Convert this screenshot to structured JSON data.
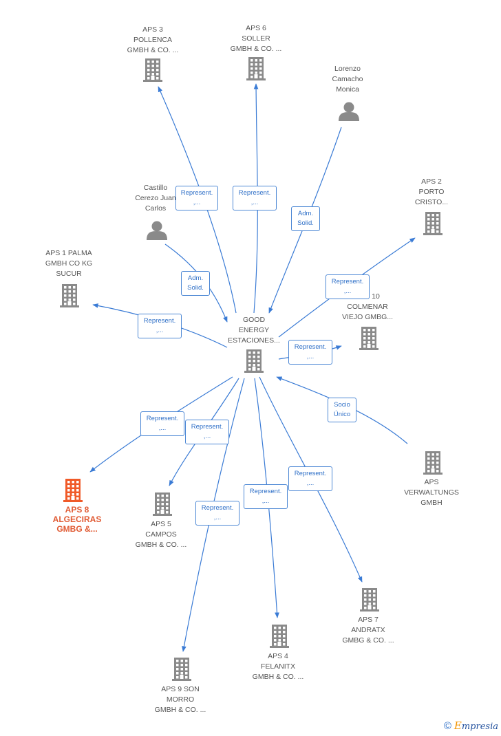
{
  "colors": {
    "edge": "#3a7bd5",
    "node": "#8a8a8a",
    "highlight": "#f05a28"
  },
  "nodes": [
    {
      "id": "center",
      "type": "company",
      "label": "GOOD\nENERGY\nESTACIONES..."
    },
    {
      "id": "aps3",
      "type": "company",
      "label": "APS 3\nPOLLENCA\nGMBH & CO. ..."
    },
    {
      "id": "aps6",
      "type": "company",
      "label": "APS 6\nSOLLER\nGMBH & CO. ..."
    },
    {
      "id": "lorenzo",
      "type": "person",
      "label": "Lorenzo\nCamacho\nMonica"
    },
    {
      "id": "aps2",
      "type": "company",
      "label": "APS 2\nPORTO\nCRISTO..."
    },
    {
      "id": "castillo",
      "type": "person",
      "label": "Castillo\nCerezo Juan\nCarlos"
    },
    {
      "id": "aps1",
      "type": "company",
      "label": "APS 1 PALMA\nGMBH CO KG\nSUCUR"
    },
    {
      "id": "aps10",
      "type": "company",
      "label": "APS 10\nCOLMENAR\nVIEJO GMBG..."
    },
    {
      "id": "aps8",
      "type": "company",
      "label": "APS 8\nALGECIRAS\nGMBG &...",
      "highlight": true
    },
    {
      "id": "aps5",
      "type": "company",
      "label": "APS 5\nCAMPOS\nGMBH & CO. ..."
    },
    {
      "id": "apsverw",
      "type": "company",
      "label": "APS\nVERWALTUNGS\nGMBH"
    },
    {
      "id": "aps7",
      "type": "company",
      "label": "APS 7\nANDRATX\nGMBG & CO. ..."
    },
    {
      "id": "aps4",
      "type": "company",
      "label": "APS 4\nFELANITX\nGMBH & CO. ..."
    },
    {
      "id": "aps9",
      "type": "company",
      "label": "APS 9 SON\nMORRO\nGMBH & CO. ..."
    }
  ],
  "edges": [
    {
      "from": "center",
      "to": "aps3",
      "label": "Represent.\n,..."
    },
    {
      "from": "center",
      "to": "aps6",
      "label": "Represent.\n,..."
    },
    {
      "from": "lorenzo",
      "to": "center",
      "label": "Adm.\nSolid."
    },
    {
      "from": "center",
      "to": "aps2",
      "label": "Represent.\n,..."
    },
    {
      "from": "castillo",
      "to": "center",
      "label": "Adm.\nSolid."
    },
    {
      "from": "center",
      "to": "aps1",
      "label": "Represent.\n,..."
    },
    {
      "from": "center",
      "to": "aps10",
      "label": "Represent.\n,..."
    },
    {
      "from": "center",
      "to": "aps8",
      "label": "Represent.\n,..."
    },
    {
      "from": "center",
      "to": "aps5",
      "label": "Represent.\n,..."
    },
    {
      "from": "apsverw",
      "to": "center",
      "label": "Socio\nÚnico"
    },
    {
      "from": "center",
      "to": "aps7",
      "label": "Represent.\n,..."
    },
    {
      "from": "center",
      "to": "aps4",
      "label": "Represent.\n,..."
    },
    {
      "from": "center",
      "to": "aps9",
      "label": "Represent.\n,..."
    }
  ],
  "footer": {
    "copyright": "©",
    "brand_first": "E",
    "brand_rest": "mpresia"
  }
}
